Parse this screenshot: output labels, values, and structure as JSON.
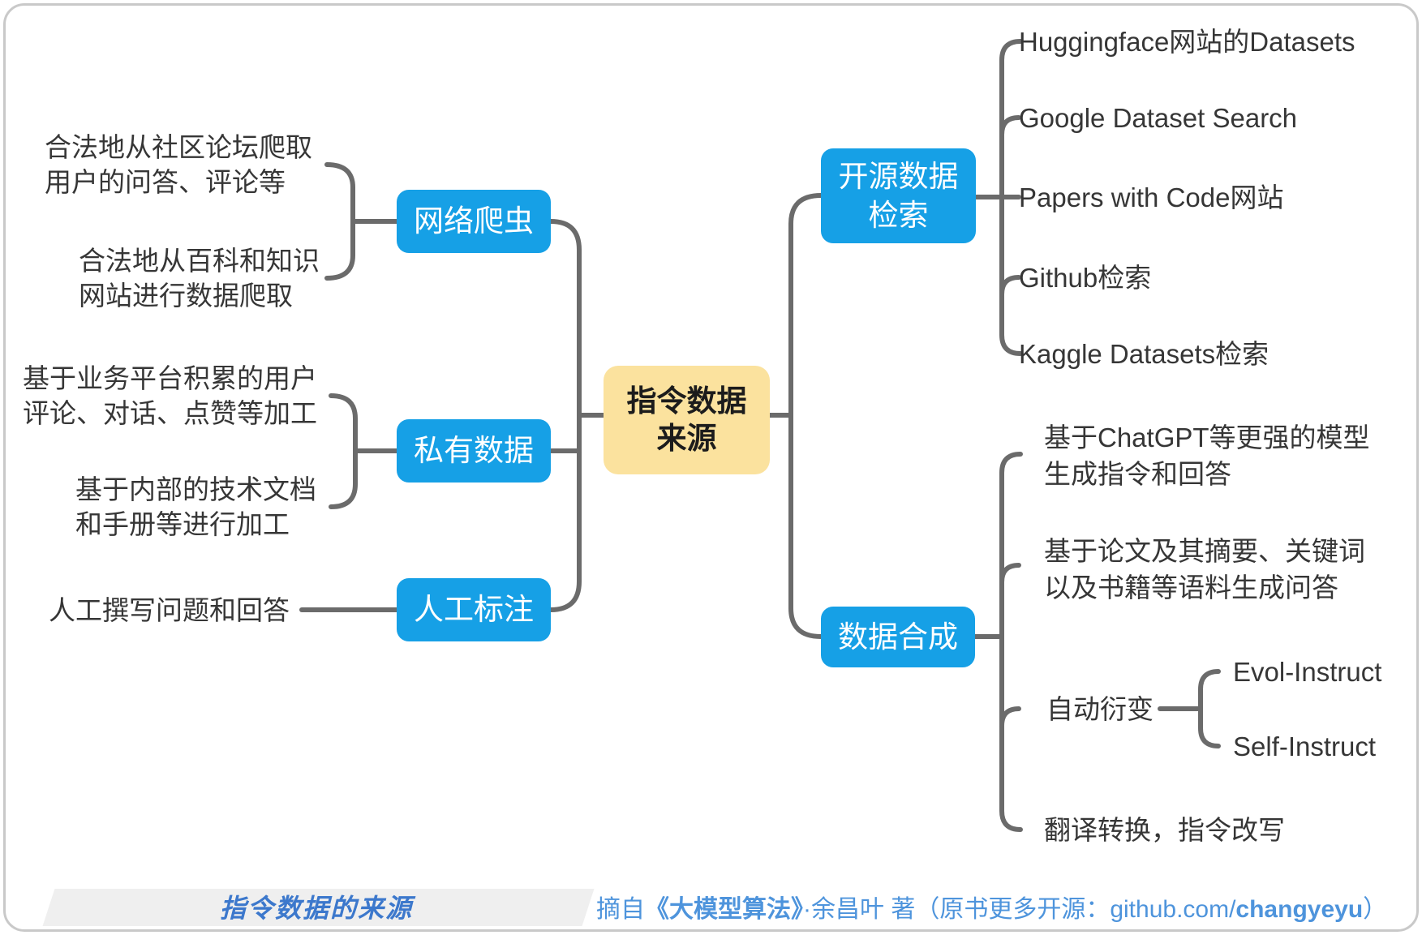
{
  "colors": {
    "node_blue": "#16a0e6",
    "center_yellow": "#fbe29e",
    "connector_gray": "#6b6b6b",
    "leaf_text": "#363636",
    "caption_blue": "#3c78cc",
    "credit_blue": "#4e94dc"
  },
  "center": {
    "label": "指令数据\n来源"
  },
  "left_branches": [
    {
      "label": "网络爬虫",
      "children": [
        "合法地从社区论坛爬取\n用户的问答、评论等",
        "合法地从百科和知识\n网站进行数据爬取"
      ]
    },
    {
      "label": "私有数据",
      "children": [
        "基于业务平台积累的用户\n评论、对话、点赞等加工",
        "基于内部的技术文档\n和手册等进行加工"
      ]
    },
    {
      "label": "人工标注",
      "children": [
        "人工撰写问题和回答"
      ]
    }
  ],
  "right_branches": [
    {
      "label": "开源数据\n检索",
      "children": [
        "Huggingface网站的Datasets",
        "Google Dataset Search",
        "Papers with Code网站",
        "Github检索",
        "Kaggle Datasets检索"
      ]
    },
    {
      "label": "数据合成",
      "children": [
        "基于ChatGPT等更强的模型\n生成指令和回答",
        "基于论文及其摘要、关键词\n以及书籍等语料生成问答",
        "自动衍变",
        "翻译转换，指令改写"
      ],
      "sub_children": [
        "Evol-Instruct",
        "Self-Instruct"
      ]
    }
  ],
  "footer": {
    "caption": "指令数据的来源",
    "credit": {
      "prefix": "摘自",
      "book": "《大模型算法》",
      "middle": "·余昌叶 著（原书更多开源：github.com/",
      "account": "changyeyu",
      "suffix": "）"
    }
  }
}
